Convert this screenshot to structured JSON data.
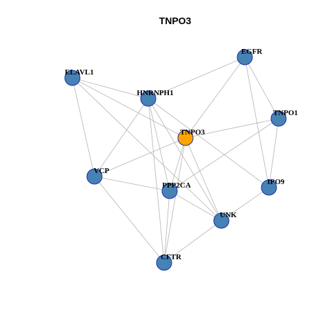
{
  "title": "TNPO3",
  "colors": {
    "default_node": "#4682b4",
    "query_node": "#ffa500",
    "node_border": "#1a2fa8",
    "edge": "#b3b3b3"
  },
  "nodes": [
    {
      "id": "TNPO3",
      "label": "TNPO3",
      "query": true
    },
    {
      "id": "EGFR",
      "label": "EGFR",
      "query": false
    },
    {
      "id": "ELAVL1",
      "label": "ELAVL1",
      "query": false
    },
    {
      "id": "HNRNPH1",
      "label": "HNRNPH1",
      "query": false
    },
    {
      "id": "TNPO1",
      "label": "TNPO1",
      "query": false
    },
    {
      "id": "VCP",
      "label": "VCP",
      "query": false
    },
    {
      "id": "PPP2CA",
      "label": "PPP2CA",
      "query": false
    },
    {
      "id": "IPO9",
      "label": "IPO9",
      "query": false
    },
    {
      "id": "UNK",
      "label": "UNK",
      "query": false
    },
    {
      "id": "CFTR",
      "label": "CFTR",
      "query": false
    }
  ],
  "edges": [
    [
      "ELAVL1",
      "HNRNPH1"
    ],
    [
      "ELAVL1",
      "TNPO3"
    ],
    [
      "ELAVL1",
      "VCP"
    ],
    [
      "ELAVL1",
      "UNK"
    ],
    [
      "HNRNPH1",
      "EGFR"
    ],
    [
      "HNRNPH1",
      "VCP"
    ],
    [
      "HNRNPH1",
      "PPP2CA"
    ],
    [
      "HNRNPH1",
      "UNK"
    ],
    [
      "HNRNPH1",
      "IPO9"
    ],
    [
      "HNRNPH1",
      "CFTR"
    ],
    [
      "EGFR",
      "TNPO3"
    ],
    [
      "EGFR",
      "TNPO1"
    ],
    [
      "EGFR",
      "IPO9"
    ],
    [
      "TNPO3",
      "TNPO1"
    ],
    [
      "TNPO3",
      "VCP"
    ],
    [
      "TNPO3",
      "PPP2CA"
    ],
    [
      "TNPO3",
      "UNK"
    ],
    [
      "TNPO3",
      "CFTR"
    ],
    [
      "TNPO1",
      "IPO9"
    ],
    [
      "TNPO1",
      "PPP2CA"
    ],
    [
      "VCP",
      "PPP2CA"
    ],
    [
      "VCP",
      "CFTR"
    ],
    [
      "PPP2CA",
      "UNK"
    ],
    [
      "PPP2CA",
      "CFTR"
    ],
    [
      "IPO9",
      "UNK"
    ],
    [
      "UNK",
      "CFTR"
    ]
  ]
}
